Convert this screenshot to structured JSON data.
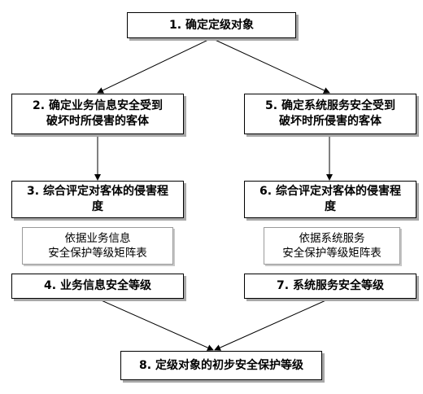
{
  "nodes": {
    "n1": "1. 确定定级对象",
    "n2": "2. 确定业务信息安全受到\n破坏时所侵害的客体",
    "n3": "3. 综合评定对客体的侵害程\n度",
    "n3b": "依据业务信息\n安全保护等级矩阵表",
    "n4": "4. 业务信息安全等级",
    "n5": "5. 确定系统服务安全受到\n破坏时所侵害的客体",
    "n6": "6. 综合评定对客体的侵害程\n度",
    "n6b": "依据系统服务\n安全保护等级矩阵表",
    "n7": "7. 系统服务安全等级",
    "n8": "8. 定级对象的初步安全保护等级"
  },
  "colors": {
    "border": "#000000",
    "shadow": "#a8a8a8",
    "text": "#000000",
    "background": "#ffffff"
  }
}
